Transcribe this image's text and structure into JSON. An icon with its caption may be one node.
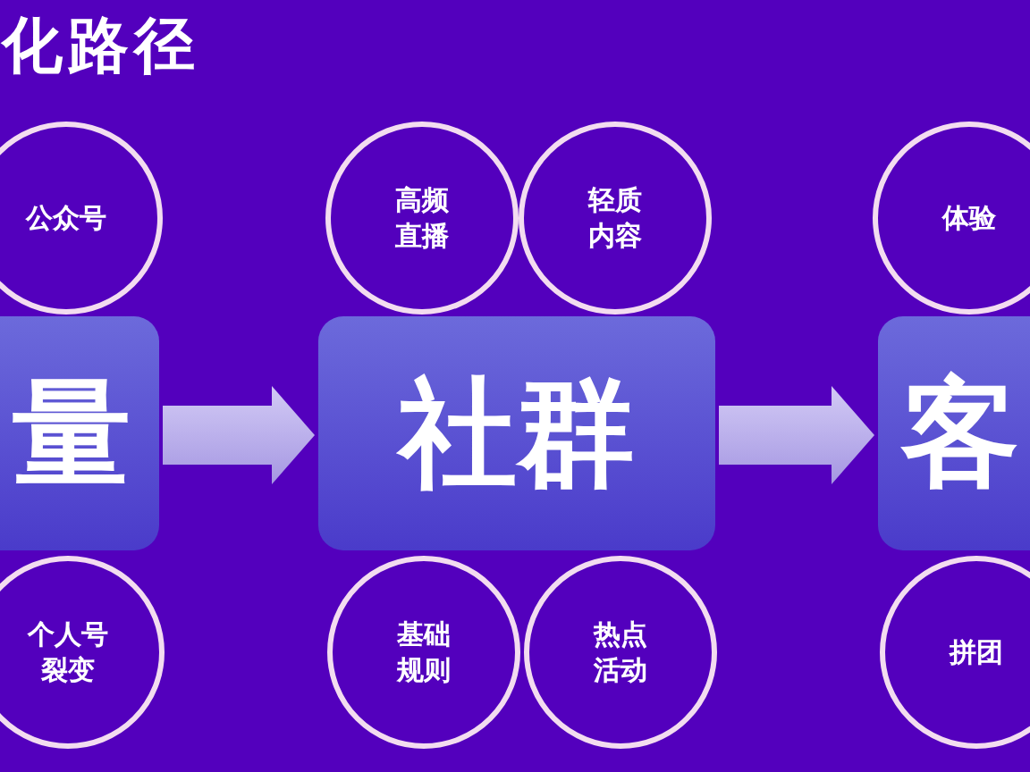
{
  "diagram": {
    "title": "化路径",
    "nodes": [
      {
        "text": [
          "公众号"
        ]
      },
      {
        "text": [
          "高频直播"
        ]
      },
      {
        "text": [
          "轻质内容"
        ]
      },
      {
        "text": [
          "体验"
        ]
      },
      {
        "text": [
          "量"
        ]
      },
      {
        "text": [
          "社群"
        ]
      },
      {
        "text": [
          "客"
        ]
      },
      {
        "text": [
          "个人号裂变"
        ]
      },
      {
        "text": [
          "基础规则"
        ]
      },
      {
        "text": [
          "热点活动"
        ]
      },
      {
        "text": [
          "拼团"
        ]
      }
    ],
    "edges": [
      {
        "from": 4,
        "to": 5,
        "arrow": "to"
      },
      {
        "from": 5,
        "to": 6,
        "arrow": "to"
      }
    ]
  }
}
